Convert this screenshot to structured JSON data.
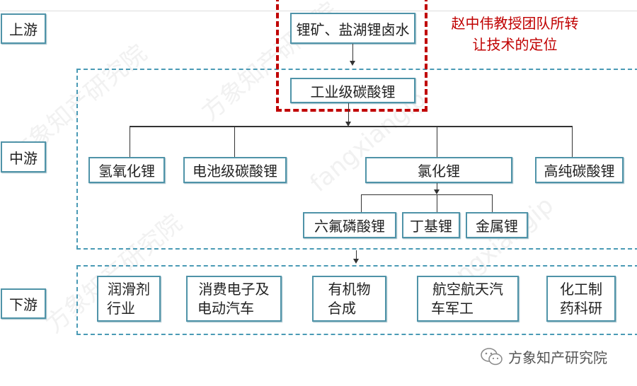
{
  "levels": {
    "upstream": "上游",
    "midstream": "中游",
    "downstream": "下游"
  },
  "upstream": {
    "raw": "锂矿、盐湖锂卤水"
  },
  "midstream": {
    "base": "工业级碳酸锂",
    "products": [
      "氢氧化锂",
      "电池级碳酸锂",
      "氯化锂",
      "高纯碳酸锂"
    ],
    "chloride_products": [
      "六氟磷酸锂",
      "丁基锂",
      "金属锂"
    ]
  },
  "downstream": [
    [
      "润滑剂",
      "行业"
    ],
    [
      "消费电子及",
      "电动汽车"
    ],
    [
      "有机物",
      "合成"
    ],
    [
      "航空航天汽",
      "车军工"
    ],
    [
      "化工制",
      "药科研"
    ]
  ],
  "note": {
    "line1": "赵中伟教授团队所转",
    "line2": "让技术的定位"
  },
  "footer": {
    "source": "方象知产研究院",
    "icon": "wechat-icon"
  },
  "watermark": {
    "text1": "方象知产研究院",
    "text2": "fangxiangip"
  },
  "colors": {
    "box_border": "#4f93a8",
    "region_border": "#4a9ab5",
    "highlight": "#c00000"
  }
}
